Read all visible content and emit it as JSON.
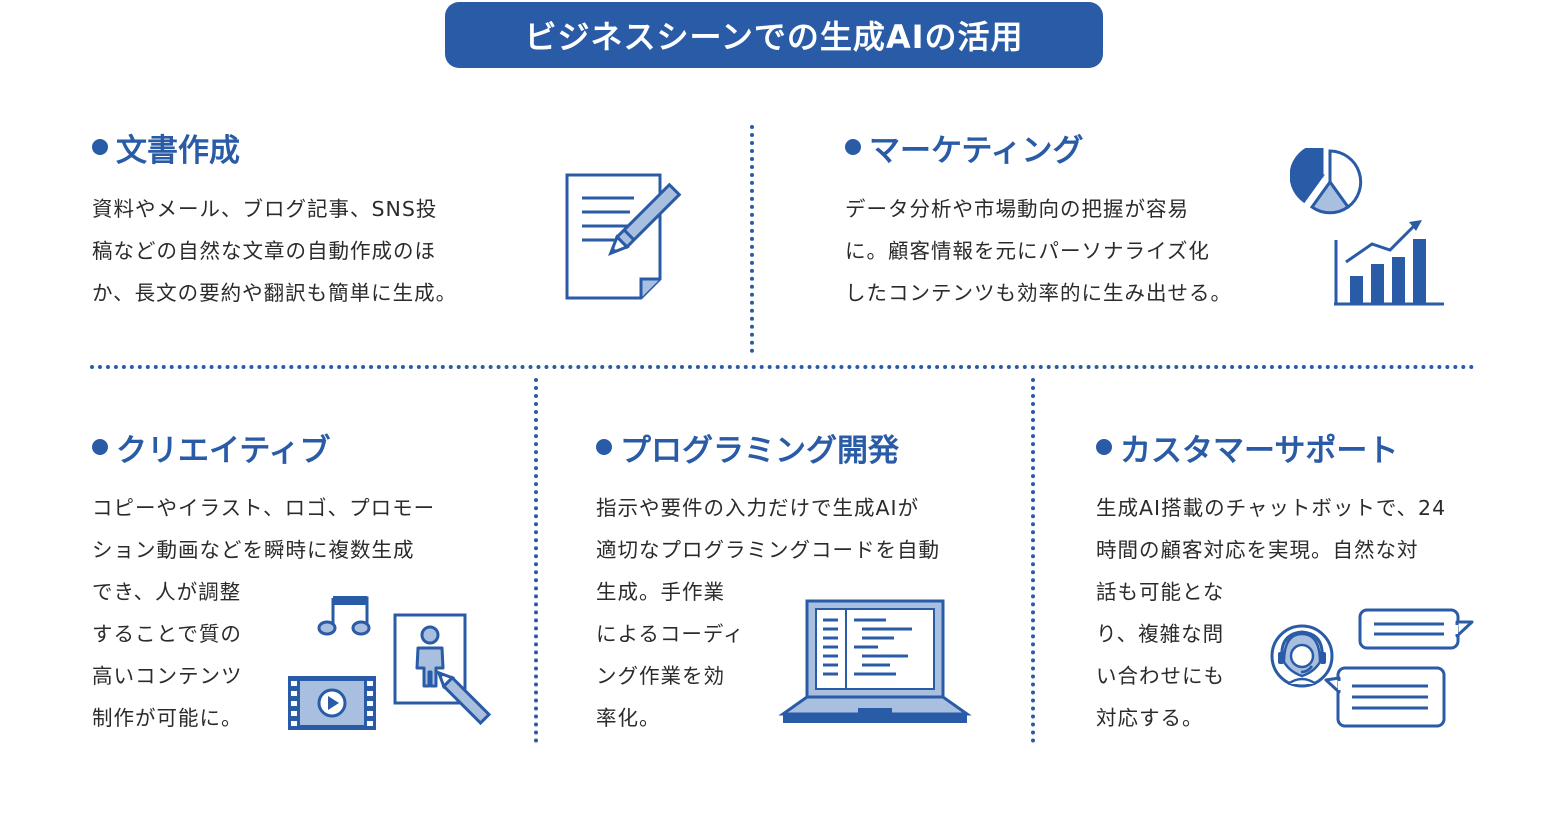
{
  "title": "ビジネスシーンでの生成AIの活用",
  "sections": [
    {
      "title": "文書作成",
      "lines": [
        "資料やメール、ブログ記事、SNS投",
        "稿などの自然な文章の自動作成のほ",
        "か、長文の要約や翻訳も簡単に生成。"
      ],
      "icon": "document-pen-icon"
    },
    {
      "title": "マーケティング",
      "lines": [
        "データ分析や市場動向の把握が容易",
        "に。顧客情報を元にパーソナライズ化",
        "したコンテンツも効率的に生み出せる。"
      ],
      "icon": "pie-bar-chart-icon"
    },
    {
      "title": "クリエイティブ",
      "lines": [
        "コピーやイラスト、ロゴ、プロモー",
        "ション動画などを瞬時に複数生成",
        "でき、人が調整",
        "することで質の",
        "高いコンテンツ",
        "制作が可能に。"
      ],
      "icon": "media-creation-icon"
    },
    {
      "title": "プログラミング開発",
      "lines": [
        "指示や要件の入力だけで生成AIが",
        "適切なプログラミングコードを自動",
        "生成。手作業",
        "によるコーディ",
        "ング作業を効",
        "率化。"
      ],
      "icon": "laptop-code-icon"
    },
    {
      "title": "カスタマーサポート",
      "lines": [
        "生成AI搭載のチャットボットで、24",
        "時間の顧客対応を実現。自然な対",
        "話も可能とな",
        "り、複雑な問",
        "い合わせにも",
        "対応する。"
      ],
      "icon": "chatbot-support-icon"
    }
  ],
  "colors": {
    "accent": "#2a5ba6",
    "light": "#a9bfe0",
    "text": "#2b2b2b"
  }
}
